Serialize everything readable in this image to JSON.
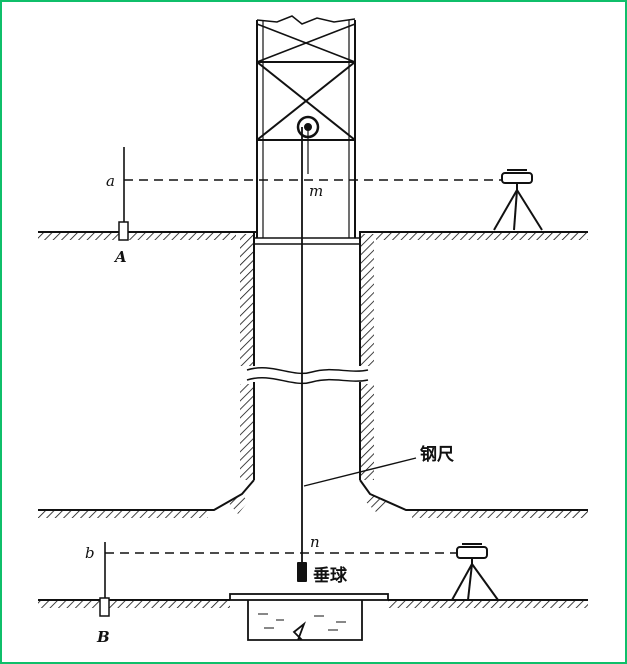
{
  "labels": {
    "a": "a",
    "m": "m",
    "A": "A",
    "b": "b",
    "n": "n",
    "B": "B",
    "steel_tape": "钢尺",
    "plumb_bob": "垂球"
  },
  "colors": {
    "frame_border": "#0fbf6a",
    "ink": "#111111"
  }
}
